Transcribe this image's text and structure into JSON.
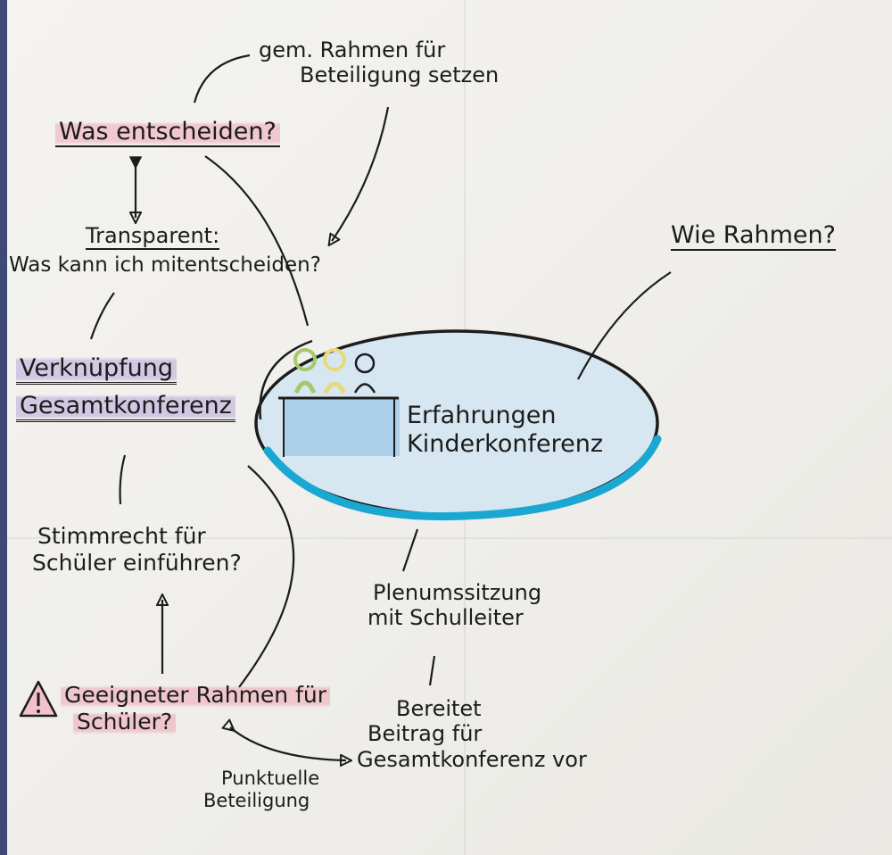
{
  "center": {
    "line1": "Erfahrungen",
    "line2": "Kinderkonferenz"
  },
  "nodes": {
    "rahmen_line1": "gem. Rahmen für",
    "rahmen_line2": "Beteiligung setzen",
    "was_entscheiden": "Was entscheiden?",
    "transparent_word": "Transparent:",
    "transparent_question": "Was kann ich mitentscheiden?",
    "verknuepfung_line1": "Verknüpfung",
    "verknuepfung_line2": "Gesamtkonferenz",
    "wie_rahmen": "Wie Rahmen?",
    "stimmrecht_line1": "Stimmrecht für",
    "stimmrecht_line2": "Schüler einführen?",
    "geeigneter_line1": "Geeigneter Rahmen für",
    "geeigneter_line2": "Schüler?",
    "punktuelle_line1": "Punktuelle",
    "punktuelle_line2": "Beteiligung",
    "plenum_line1": "Plenumssitzung",
    "plenum_line2": "mit Schulleiter",
    "bereitet_line1": "Bereitet",
    "bereitet_line2": "Beitrag für",
    "bereitet_line3": "Gesamtkonferenz vor"
  },
  "colors": {
    "ink": "#1c1c1c",
    "ellipse_fill": "#cfe4ef",
    "ellipse_accent": "#1aa7d1",
    "highlight_pink": "#f096aa",
    "highlight_purple": "#b4a0dc",
    "person_green": "#a6c96a",
    "person_yellow": "#e8d97a",
    "person_pink": "#e7a6b8",
    "table_blue": "#9ec8e6"
  },
  "icons": {
    "warning": "warning-triangle-icon",
    "people": "group-of-people-icon"
  }
}
